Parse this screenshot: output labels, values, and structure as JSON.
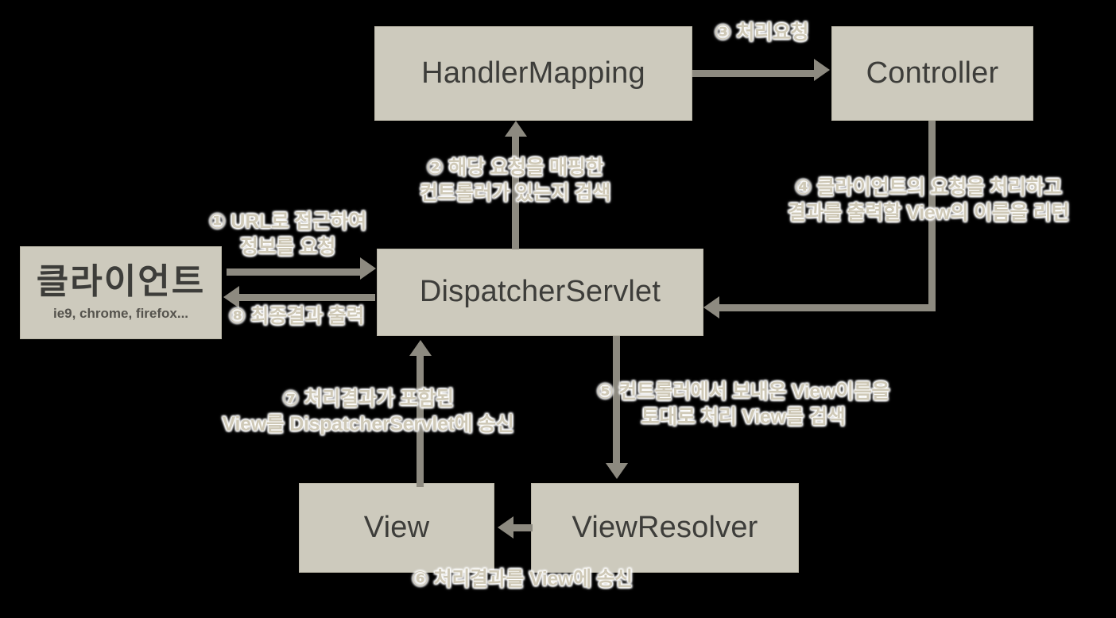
{
  "diagram": {
    "title": "Spring MVC DispatcherServlet request flow",
    "background_color": "#000000",
    "node_fill": "#cdcabd",
    "node_border": "#b9b5a6",
    "node_text_color": "#3d3d3a",
    "connector_color": "#8d8a80",
    "annotation_color": "#cfc9b7",
    "annotation_outline_color": "#ffffff"
  },
  "nodes": [
    {
      "id": "handler-mapping",
      "label": "HandlerMapping"
    },
    {
      "id": "controller",
      "label": "Controller"
    },
    {
      "id": "client",
      "label": "클라이언트",
      "subtitle": "ie9, chrome, firefox..."
    },
    {
      "id": "dispatcher-servlet",
      "label": "DispatcherServlet"
    },
    {
      "id": "view",
      "label": "View"
    },
    {
      "id": "view-resolver",
      "label": "ViewResolver"
    }
  ],
  "steps": [
    {
      "number": "①",
      "marker": "①",
      "from": "client",
      "to": "dispatcher-servlet",
      "lines": [
        "① URL로 접근하여",
        "정보를 요청"
      ],
      "line1": "① URL로 접근하여",
      "line2": "정보를 요청"
    },
    {
      "number": "②",
      "marker": "②",
      "from": "dispatcher-servlet",
      "to": "handler-mapping",
      "lines": [
        "② 해당 요청을 매핑한",
        "컨트롤러가 있는지 검색"
      ],
      "line1": "② 해당 요청을 매핑한",
      "line2": "컨트롤러가 있는지 검색"
    },
    {
      "number": "③",
      "marker": "③",
      "from": "handler-mapping",
      "to": "controller",
      "lines": [
        "③ 처리요청"
      ],
      "line1": "③ 처리요청",
      "line2": ""
    },
    {
      "number": "④",
      "marker": "④",
      "from": "controller",
      "to": "dispatcher-servlet",
      "lines": [
        "④ 클라이언트의 요청을 처리하고",
        "결과를 출력할 View의 이름을 리턴"
      ],
      "line1": "④ 클라이언트의 요청을 처리하고",
      "line2": "결과를 출력할 View의 이름을 리턴"
    },
    {
      "number": "⑤",
      "marker": "⑤",
      "from": "dispatcher-servlet",
      "to": "view-resolver",
      "lines": [
        "⑤ 컨트롤러에서 보내온 View이름을",
        "토대로 처리 View를 검색"
      ],
      "line1": "⑤ 컨트롤러에서 보내온 View이름을",
      "line2": "토대로 처리 View를 검색"
    },
    {
      "number": "⑥",
      "marker": "⑥",
      "from": "view-resolver",
      "to": "view",
      "lines": [
        "⑥ 처리결과를 View에 송신"
      ],
      "line1": "⑥ 처리결과를 View에 송신",
      "line2": ""
    },
    {
      "number": "⑦",
      "marker": "⑦",
      "from": "view",
      "to": "dispatcher-servlet",
      "lines": [
        "⑦ 처리결과가 포함된",
        "View를 DispatcherServlet에 송신"
      ],
      "line1": "⑦ 처리결과가 포함된",
      "line2": "View를 DispatcherServlet에 송신"
    },
    {
      "number": "⑧",
      "marker": "⑧",
      "from": "dispatcher-servlet",
      "to": "client",
      "lines": [
        "⑧ 최종결과 출력"
      ],
      "line1": "⑧ 최종결과 출력",
      "line2": ""
    }
  ]
}
